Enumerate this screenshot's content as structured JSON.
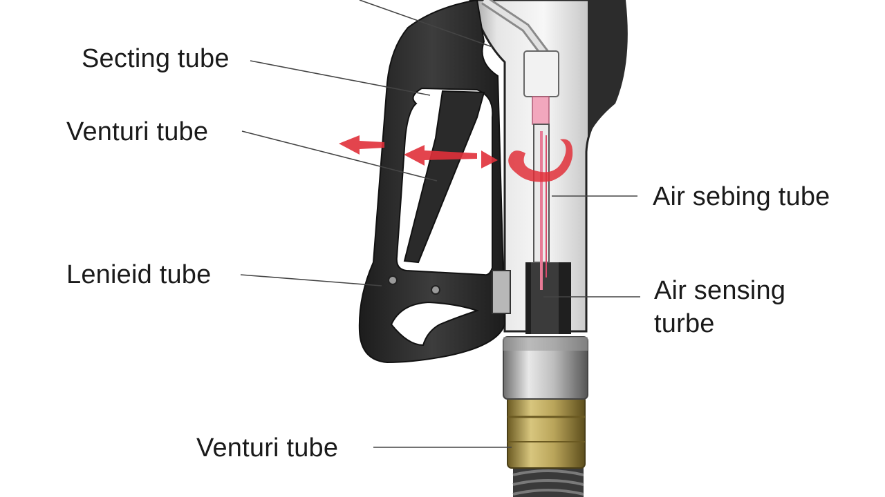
{
  "labels": {
    "top_left": "Secting tube",
    "venturi_upper": "Venturi tube",
    "air_sensing_upper": "Air sebing tube",
    "lenieid": "Lenieid tube",
    "air_sensing_lower": "Air sensing\nturbe",
    "venturi_lower": "Venturi tube"
  },
  "colors": {
    "handle": "#2b2b2b",
    "body_metal": "#d9d9d9",
    "flow_arrow": "#e0303a",
    "sensing_tube": "#e87a96",
    "brass_fitting": "#b9a45a",
    "hose": "#3a3a3a",
    "leader_line": "#444444"
  }
}
